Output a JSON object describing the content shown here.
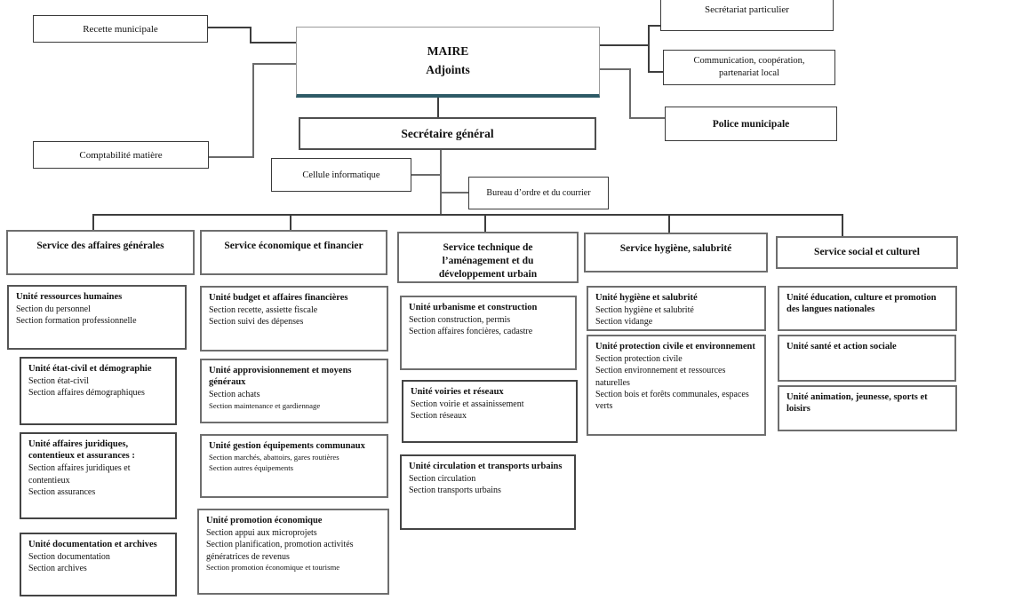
{
  "org": {
    "maire_line1": "MAIRE",
    "maire_line2": "Adjoints",
    "recette": "Recette municipale",
    "comptabilite": "Comptabilité matière",
    "secretariat": "Secrétariat particulier",
    "communication": "Communication, coopération, partenariat local",
    "police": "Police municipale",
    "secretaire_general": "Secrétaire général",
    "cellule": "Cellule informatique",
    "bureau": "Bureau d’ordre et du courrier"
  },
  "services": [
    {
      "label": "Service des affaires générales",
      "units": [
        {
          "title": "Unité ressources humaines",
          "sections": [
            "Section du personnel",
            "Section formation professionnelle"
          ]
        },
        {
          "title": "Unité état-civil et démographie",
          "sections": [
            "Section état-civil",
            "Section affaires démographiques"
          ]
        },
        {
          "title": "Unité affaires juridiques, contentieux et assurances :",
          "sections": [
            "Section affaires juridiques et contentieux",
            "Section assurances"
          ]
        },
        {
          "title": "Unité documentation et archives",
          "sections": [
            "Section documentation",
            "Section archives"
          ]
        }
      ]
    },
    {
      "label": "Service économique et financier",
      "units": [
        {
          "title": "Unité budget et affaires financières",
          "sections": [
            "Section recette, assiette fiscale",
            "Section suivi des dépenses"
          ]
        },
        {
          "title": "Unité approvisionnement et moyens généraux",
          "sections": [
            "Section achats",
            "Section maintenance et gardiennage"
          ]
        },
        {
          "title": "Unité gestion équipements communaux",
          "sections": [
            "Section marchés, abattoirs, gares routières",
            "Section autres équipements"
          ]
        },
        {
          "title": "Unité promotion économique",
          "sections": [
            "Section appui aux microprojets",
            "Section planification, promotion activités génératrices de revenus",
            "Section promotion économique et tourisme"
          ]
        }
      ]
    },
    {
      "label": "Service technique de l’aménagement et du développement urbain",
      "units": [
        {
          "title": "Unité urbanisme et construction",
          "sections": [
            "Section construction, permis",
            "Section affaires foncières, cadastre"
          ]
        },
        {
          "title": "Unité voiries et réseaux",
          "sections": [
            "Section voirie et assainissement",
            "Section réseaux"
          ]
        },
        {
          "title": "Unité circulation et transports urbains",
          "sections": [
            "Section circulation",
            "Section transports urbains"
          ]
        }
      ]
    },
    {
      "label": "Service hygiène, salubrité",
      "units": [
        {
          "title": "Unité hygiène et salubrité",
          "sections": [
            "Section hygiène et salubrité",
            "Section vidange"
          ]
        },
        {
          "title": "Unité protection civile et environnement",
          "sections": [
            "Section protection civile",
            "Section environnement et ressources naturelles",
            "Section bois et forêts communales, espaces verts"
          ]
        }
      ]
    },
    {
      "label": "Service social et culturel",
      "units": [
        {
          "title": "Unité éducation, culture et promotion des langues nationales",
          "sections": []
        },
        {
          "title": "Unité santé et action sociale",
          "sections": []
        },
        {
          "title": "Unité animation, jeunesse, sports et loisirs",
          "sections": []
        }
      ]
    }
  ],
  "colors": {
    "maire_underline": "#2d5a66",
    "connector": "#3d3d3d"
  }
}
